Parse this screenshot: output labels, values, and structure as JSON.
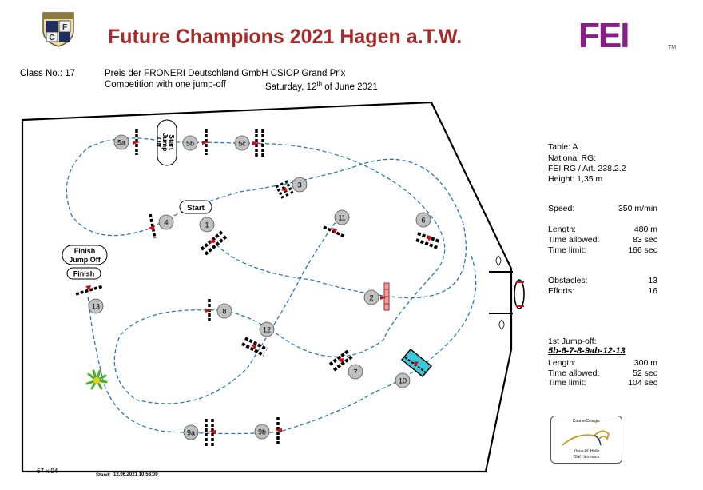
{
  "header": {
    "title": "Future Champions 2021 Hagen a.T.W.",
    "logo_text": "FEI",
    "logo_tm": "TM",
    "crest_letters": [
      "F",
      "C"
    ],
    "class_label": "Class No.: 17",
    "class_name": "Preis der FRONERI Deutschland GmbH CSIOP Grand Prix",
    "competition": "Competition with one jump-off",
    "date_prefix": "Saturday, 12",
    "date_sup": "th",
    "date_suffix": "of June 2021"
  },
  "rules": {
    "table": "Table: A",
    "national": "National RG:",
    "fei_rg": "FEI RG / Art. 238.2.2",
    "height": "Height: 1,35  m"
  },
  "course": {
    "speed_label": "Speed:",
    "speed_value": "350  m/min",
    "length_label": "Length:",
    "length_value": "480    m",
    "time_allowed_label": "Time allowed:",
    "time_allowed_value": "83  sec",
    "time_limit_label": "Time limit:",
    "time_limit_value": "166  sec",
    "obstacles_label": "Obstacles:",
    "obstacles_value": "13",
    "efforts_label": "Efforts:",
    "efforts_value": "16"
  },
  "jumpoff": {
    "heading": "1st Jump-off:",
    "sequence": "5b-6-7-8-9ab-12-13",
    "length_label": "Length:",
    "length_value": "300    m",
    "time_allowed_label": "Time allowed:",
    "time_allowed_value": "52  sec",
    "time_limit_label": "Time limit:",
    "time_limit_value": "104  sec"
  },
  "labels": {
    "start": "Start",
    "start_jump_off": [
      "Start",
      "Jump",
      "Off"
    ],
    "finish": "Finish",
    "finish_jump_off": [
      "Finish",
      "Jump Off"
    ]
  },
  "obstacles": [
    "1",
    "2",
    "3",
    "4",
    "5a",
    "5b",
    "5c",
    "6",
    "7",
    "8",
    "9a",
    "9b",
    "10",
    "11",
    "12",
    "13"
  ],
  "footer": {
    "size": "67 x 94",
    "stand_label": "Stand:",
    "stand_value": "12.06.2021 10:58:00"
  },
  "designer": {
    "heading": "Course Design:",
    "names": [
      "Klaus-W. Holle",
      "Olaf Herrmann"
    ]
  },
  "colors": {
    "title": "#a52a2a",
    "fei": "#8b1d8b",
    "track": "#2a7ab0",
    "arrow": "#d01010",
    "obstacle_circle": "#c0c0c0",
    "water": "#3cc8d8"
  }
}
